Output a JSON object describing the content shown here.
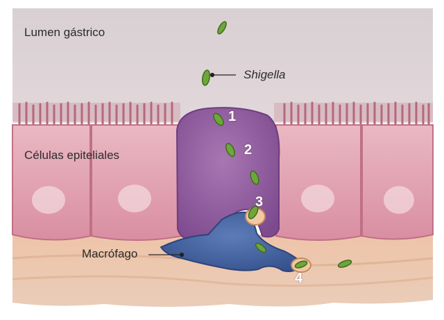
{
  "labels": {
    "lumen": "Lumen gástrico",
    "shigella": "Shigella",
    "epithelial": "Células epiteliales",
    "macrophage": "Macrófago"
  },
  "steps": [
    "1",
    "2",
    "3",
    "4"
  ],
  "colors": {
    "background": "#ffffff",
    "lumen": "#ddd3d6",
    "epithelial_cell": "#e5a9b6",
    "m_cell": "#9b65a6",
    "submucosa": "#eac7ac",
    "macrophage": "#4d6aa6",
    "bacteria": "#6da63a",
    "number_text": "#ffffff",
    "label_text": "#2b2b2b"
  }
}
